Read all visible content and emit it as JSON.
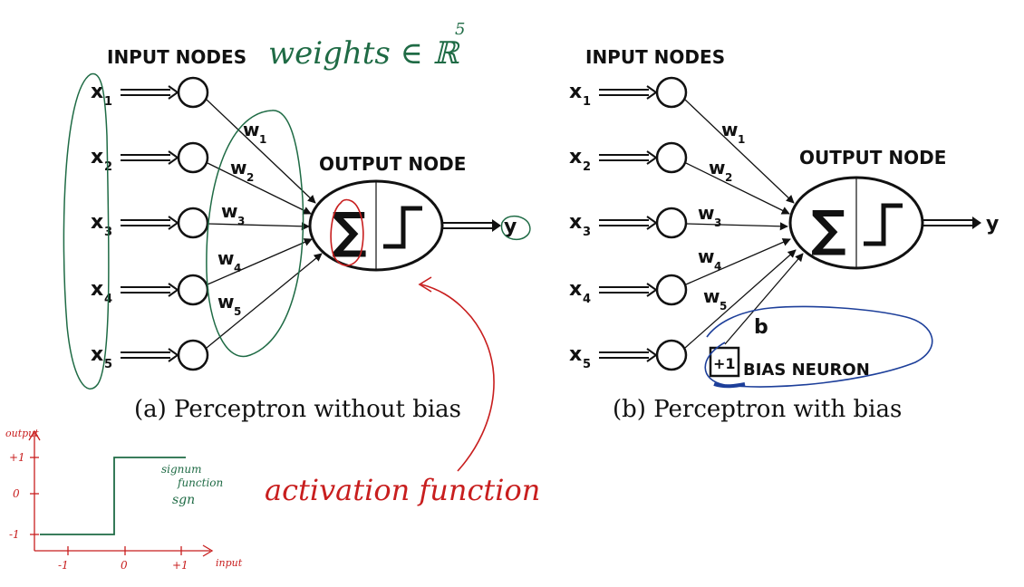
{
  "panel_a": {
    "header": "INPUT NODES",
    "inputs": [
      "x",
      "x",
      "x",
      "x",
      "x"
    ],
    "input_subs": [
      "1",
      "2",
      "3",
      "4",
      "5"
    ],
    "weights": [
      "w",
      "w",
      "w",
      "w",
      "w"
    ],
    "weight_subs": [
      "1",
      "2",
      "3",
      "4",
      "5"
    ],
    "output_header": "OUTPUT NODE",
    "sum_symbol": "∑",
    "output_label": "y",
    "caption": "(a) Perceptron without bias"
  },
  "panel_b": {
    "header": "INPUT NODES",
    "inputs": [
      "x",
      "x",
      "x",
      "x",
      "x"
    ],
    "input_subs": [
      "1",
      "2",
      "3",
      "4",
      "5"
    ],
    "weights": [
      "w",
      "w",
      "w",
      "w",
      "w"
    ],
    "weight_subs": [
      "1",
      "2",
      "3",
      "4",
      "5"
    ],
    "output_header": "OUTPUT NODE",
    "sum_symbol": "∑",
    "output_label": "y",
    "bias_weight": "b",
    "bias_value": "+1",
    "bias_label": "BIAS NEURON",
    "caption": "(b) Perceptron with bias"
  },
  "annotations": {
    "weights_note": "weights ∈ ℝ",
    "weights_note_exp": "5",
    "activation_note": "activation function",
    "sign_plot": {
      "y_axis_label": "output",
      "x_axis_label": "input",
      "y_ticks": [
        "+1",
        "0",
        "-1"
      ],
      "x_ticks": [
        "-1",
        "0",
        "+1"
      ],
      "function_note": [
        "signum",
        "function",
        "sgn"
      ]
    }
  },
  "colors": {
    "ink": "#111111",
    "green_pen": "#1f6b45",
    "red_pen": "#c81e1e",
    "blue_pen": "#1d3f9a"
  }
}
